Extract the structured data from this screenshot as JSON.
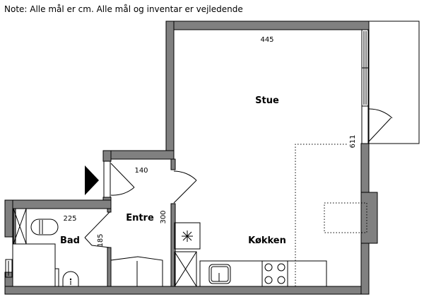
{
  "note": "Note: Alle mål er cm. Alle mål og inventar er vejledende",
  "rooms": {
    "stue": "Stue",
    "kokken": "Køkken",
    "entre": "Entre",
    "bad": "Bad"
  },
  "dimensions": {
    "stue_width": "445",
    "stue_depth": "611",
    "entre_width": "140",
    "entre_depth": "300",
    "bad_width": "225",
    "bad_depth": "185"
  },
  "colors": {
    "wall": "#808080"
  }
}
